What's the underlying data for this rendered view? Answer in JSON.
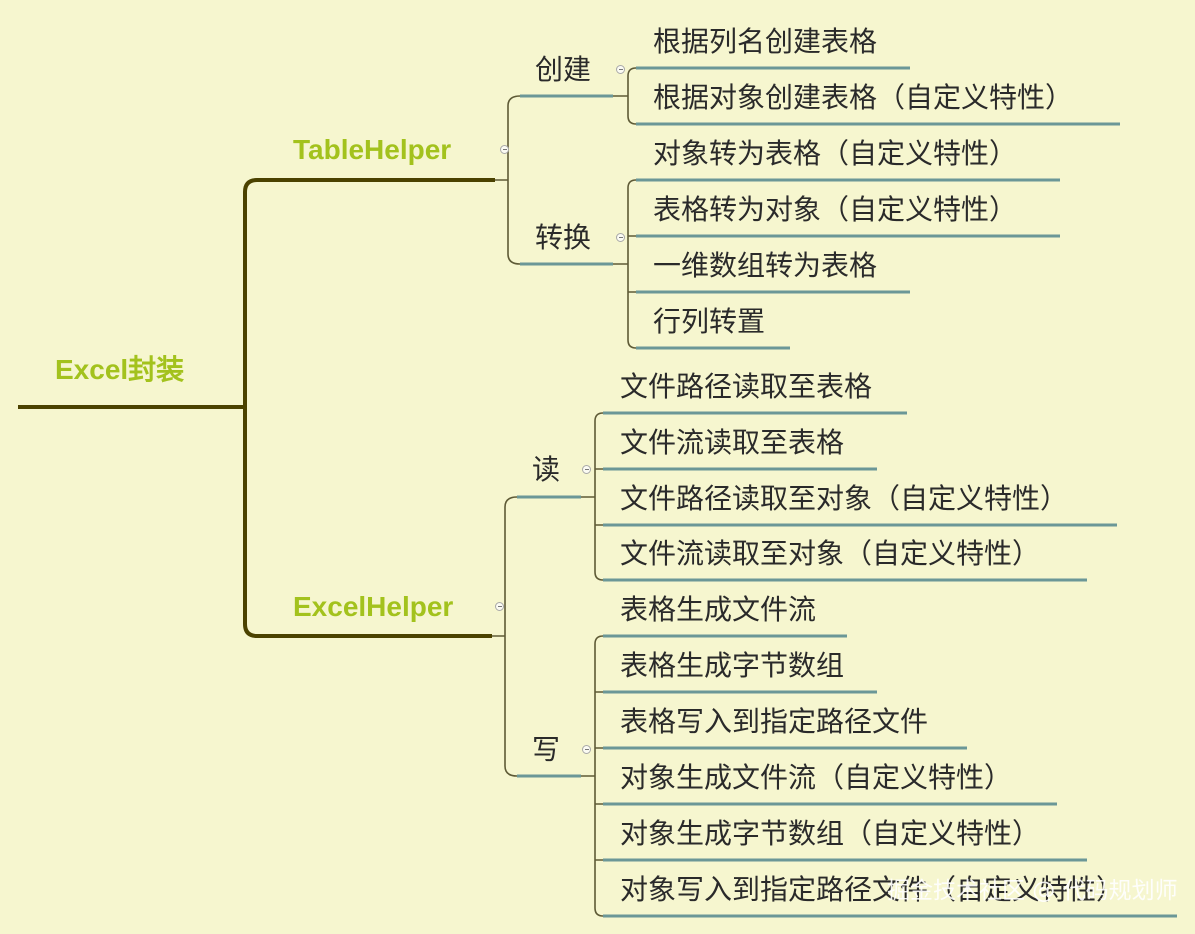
{
  "root": {
    "label": "Excel封装"
  },
  "branches": [
    {
      "label": "TableHelper",
      "groups": [
        {
          "label": "创建",
          "items": [
            "根据列名创建表格",
            "根据对象创建表格（自定义特性）"
          ]
        },
        {
          "label": "转换",
          "items": [
            "对象转为表格（自定义特性）",
            "表格转为对象（自定义特性）",
            "一维数组转为表格",
            "行列转置"
          ]
        }
      ]
    },
    {
      "label": "ExcelHelper",
      "groups": [
        {
          "label": "读",
          "items": [
            "文件路径读取至表格",
            "文件流读取至表格",
            "文件路径读取至对象（自定义特性）",
            "文件流读取至对象（自定义特性）"
          ]
        },
        {
          "label": "写",
          "items": [
            "表格生成文件流",
            "表格生成字节数组",
            "表格写入到指定路径文件",
            "对象生成文件流（自定义特性）",
            "对象生成字节数组（自定义特性）",
            "对象写入到指定路径文件（自定义特性）"
          ]
        }
      ]
    }
  ],
  "watermark": "掘金技术社区 @ 代码规划师",
  "collapse_icon": "minus-circle-icon",
  "colors": {
    "background": "#f6f6cf",
    "main_topic_text": "#a3c21d",
    "main_branch_line": "#4b4200",
    "connector_line": "#5e5a36",
    "sub_topic_line": "#6b9797",
    "topic_text": "#2a2a2a"
  }
}
